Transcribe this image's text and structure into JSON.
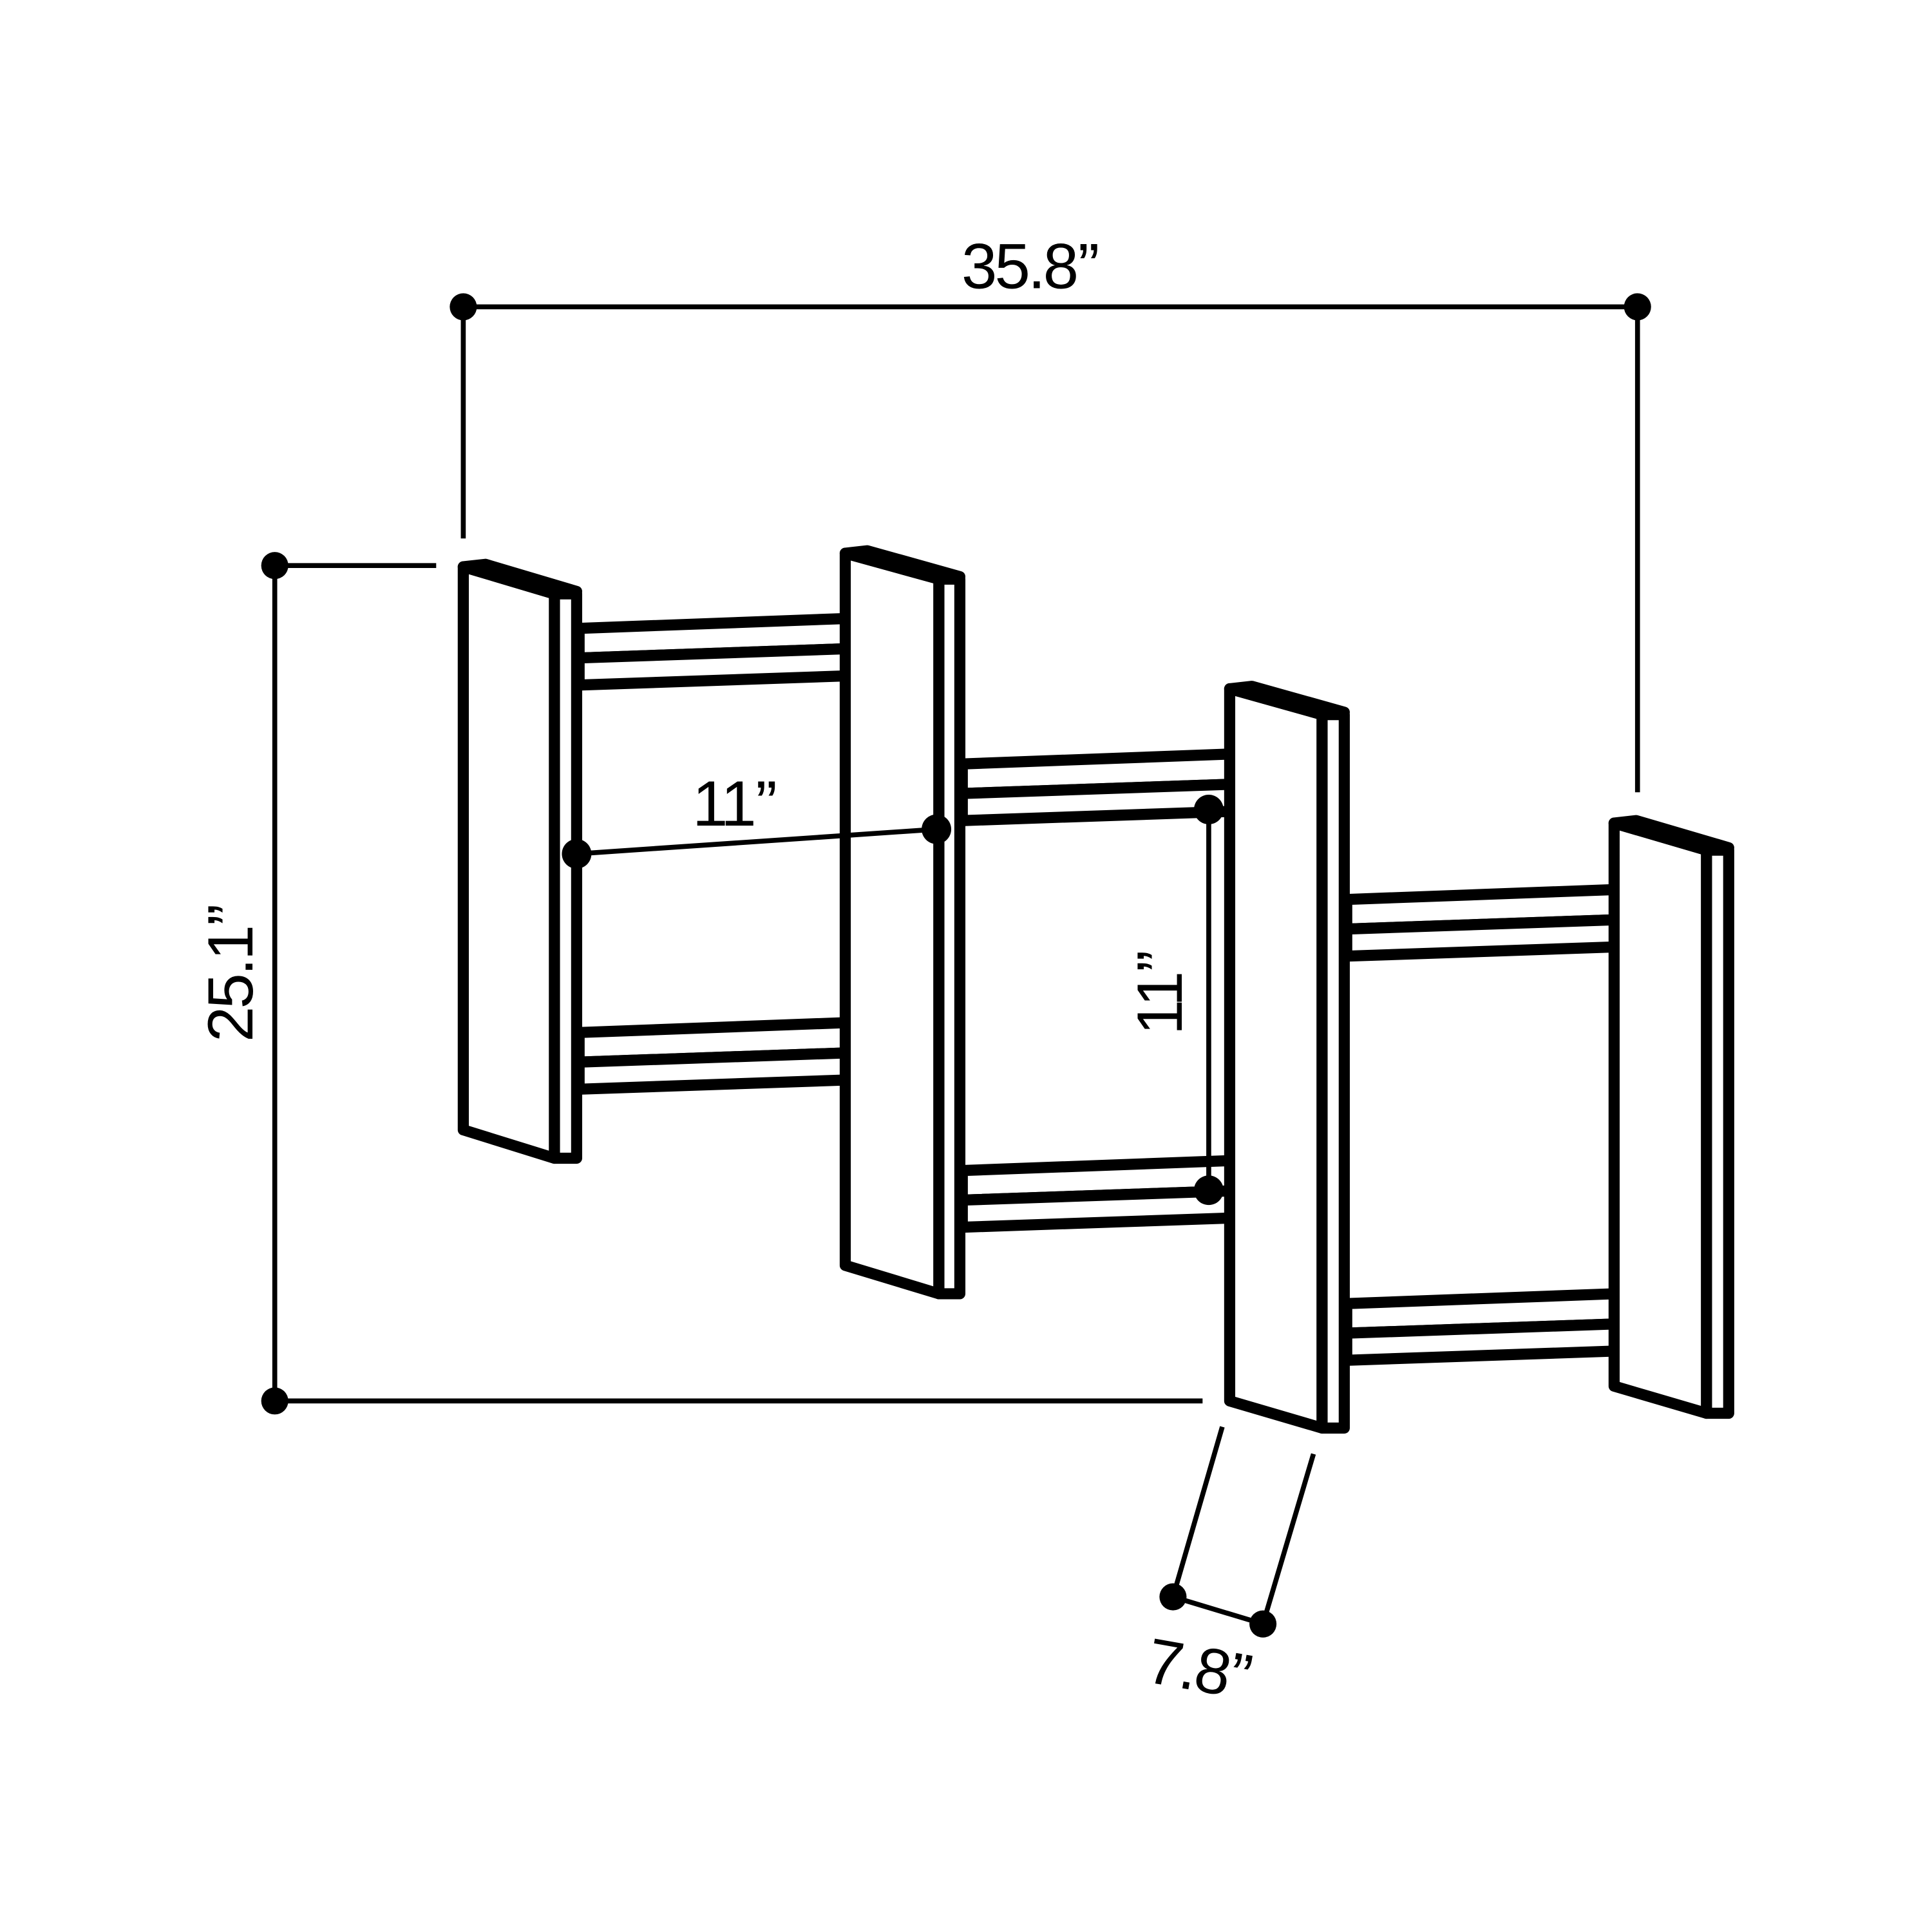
{
  "dimensions": {
    "overall_width": "35.8’’",
    "overall_height": "25.1’’",
    "shelf_spacing_horizontal": "11’’",
    "shelf_spacing_vertical": "11’’",
    "depth": "7.8’’"
  },
  "colors": {
    "line": "#000000",
    "background": "#ffffff"
  }
}
